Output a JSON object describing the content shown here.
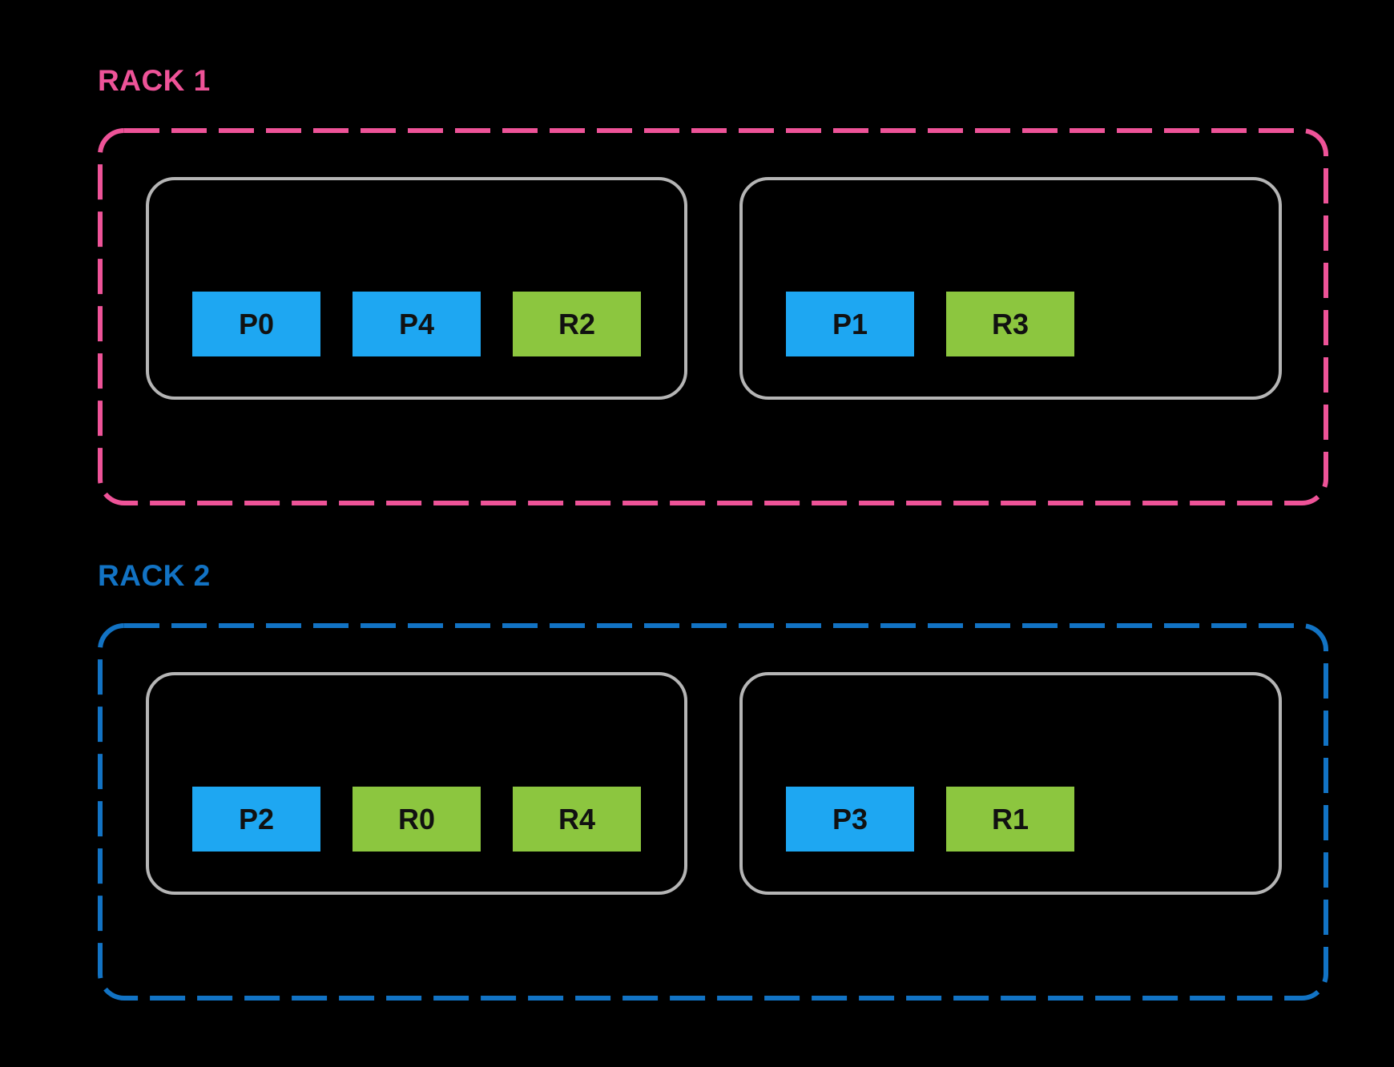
{
  "racks": [
    {
      "label": "RACK 1",
      "accent_color": "#ee5398",
      "hosts": [
        {
          "slots": [
            {
              "label": "P0",
              "type": "primary"
            },
            {
              "label": "P4",
              "type": "primary"
            },
            {
              "label": "R2",
              "type": "replica"
            }
          ]
        },
        {
          "slots": [
            {
              "label": "P1",
              "type": "primary"
            },
            {
              "label": "R3",
              "type": "replica"
            }
          ]
        }
      ]
    },
    {
      "label": "RACK 2",
      "accent_color": "#1273c4",
      "hosts": [
        {
          "slots": [
            {
              "label": "P2",
              "type": "primary"
            },
            {
              "label": "R0",
              "type": "replica"
            },
            {
              "label": "R4",
              "type": "replica"
            }
          ]
        },
        {
          "slots": [
            {
              "label": "P3",
              "type": "primary"
            },
            {
              "label": "R1",
              "type": "replica"
            }
          ]
        }
      ]
    }
  ],
  "colors": {
    "background": "#000000",
    "rack1_accent": "#ee5398",
    "rack2_accent": "#1273c4",
    "primary_block": "#1ea7f2",
    "replica_block": "#8cc63f",
    "host_border": "#b5b5b5",
    "block_text": "#111111"
  }
}
